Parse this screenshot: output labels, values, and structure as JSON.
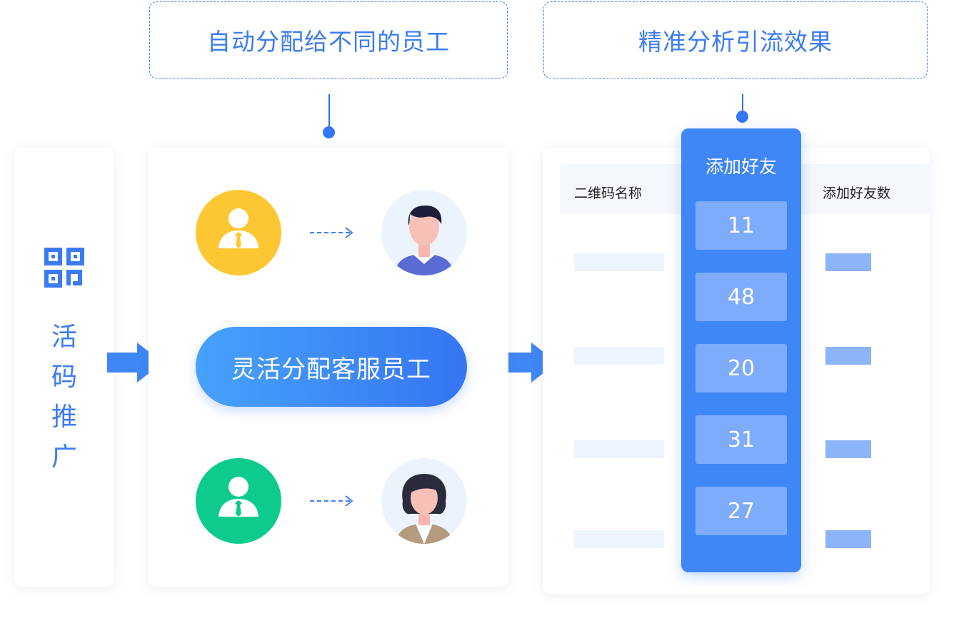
{
  "labels": {
    "auto_assign": "自动分配给不同的员工",
    "analysis": "精准分析引流效果",
    "promo_chars": [
      "活",
      "码",
      "推",
      "广"
    ],
    "flexible_assign": "灵活分配客服员工",
    "col_qr_name": "二维码名称",
    "col_add_friend": "添加好友",
    "col_add_friend_count": "添加好友数"
  },
  "add_friend_values": [
    "11",
    "48",
    "20",
    "31",
    "27"
  ],
  "icons": {
    "qr": "qr-code-icon",
    "arrow": "arrow-right-icon",
    "user": "user-icon",
    "male": "male-staff-avatar",
    "female": "female-staff-avatar"
  },
  "colors": {
    "primary": "#3f86f7",
    "yellow": "#fcc732",
    "green": "#0ccb8d",
    "dash": "#3f7ff5"
  }
}
